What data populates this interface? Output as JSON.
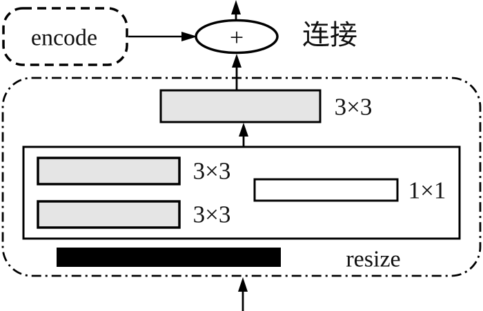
{
  "diagram": {
    "encode": {
      "label": "encode"
    },
    "fusion_node": {
      "symbol": "+",
      "annotation": "连接"
    },
    "top_conv": {
      "label": "3×3"
    },
    "branches": {
      "conv1_label": "3×3",
      "conv2_label": "3×3",
      "conv3_label": "1×1"
    },
    "resize": {
      "label": "resize"
    },
    "colors": {
      "conv_fill": "#e5e5e5",
      "white_fill": "#ffffff",
      "bar_fill": "#000000",
      "stroke": "#000000",
      "background": "#ffffff"
    }
  }
}
